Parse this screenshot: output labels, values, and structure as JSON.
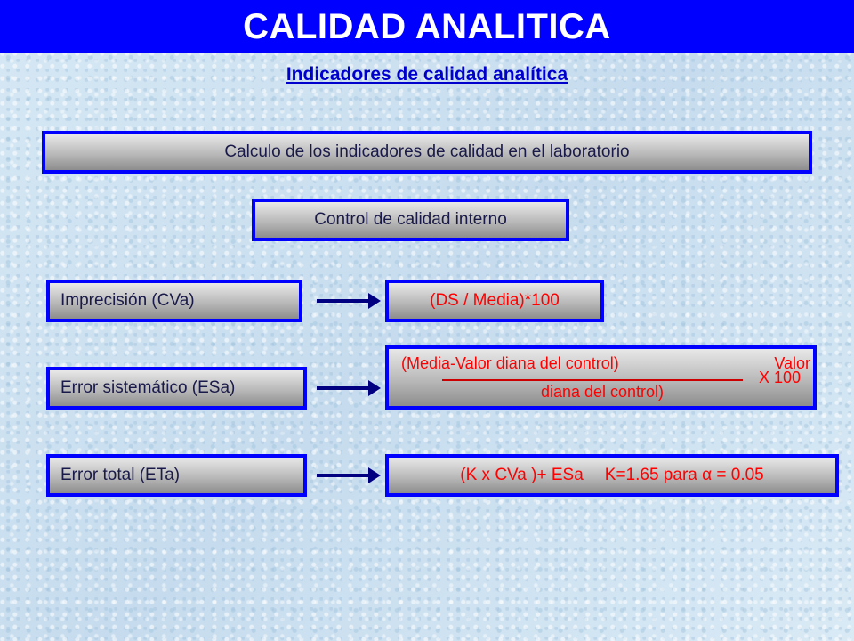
{
  "header": {
    "title": "CALIDAD ANALITICA",
    "subtitle": "Indicadores de calidad analítica"
  },
  "boxes": {
    "main": "Calculo de los indicadores de calidad en el laboratorio",
    "control": "Control de calidad interno"
  },
  "rows": [
    {
      "label": "Imprecisión (CVa)",
      "formula": "(DS / Media)*100"
    },
    {
      "label": "Error sistemático (ESa)",
      "formula_numerator": "(Media-Valor diana del control)",
      "formula_valor": "Valor",
      "formula_denominator": "diana del control)",
      "formula_multiplier": "X 100"
    },
    {
      "label": "Error total (ETa)",
      "formula": "(K x CVa )+ ESa",
      "formula_constant": "K=1.65 para α = 0.05"
    }
  ],
  "colors": {
    "title_bar": "#0000ff",
    "subtitle": "#0000cc",
    "box_border": "#0000ff",
    "formula_text": "#ff0000",
    "arrow": "#000080"
  }
}
